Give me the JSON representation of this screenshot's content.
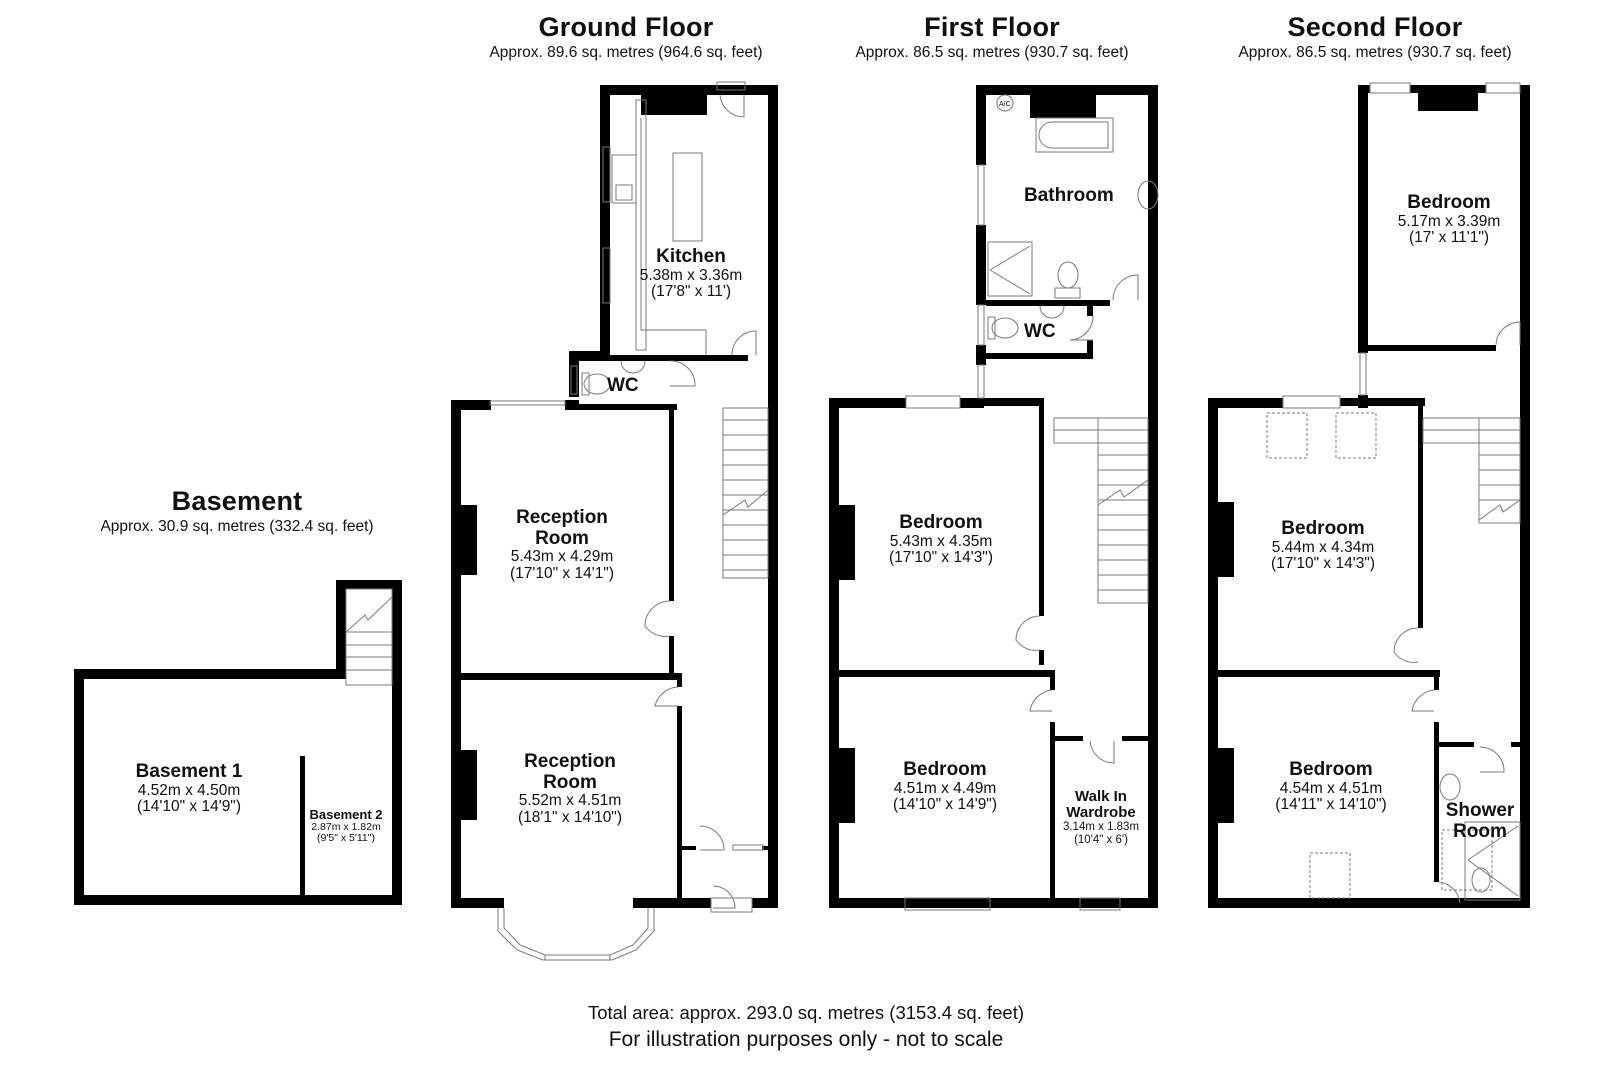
{
  "floors": {
    "basement": {
      "title": "Basement",
      "area": "Approx. 30.9 sq. metres (332.4 sq. feet)",
      "rooms": [
        {
          "name": "Basement 1",
          "metric": "4.52m x 4.50m",
          "imperial": "(14'10\" x 14'9\")"
        },
        {
          "name": "Basement 2",
          "metric": "2.87m x 1.82m",
          "imperial": "(9'5\" x 5'11\")"
        }
      ]
    },
    "ground": {
      "title": "Ground Floor",
      "area": "Approx. 89.6 sq. metres (964.6 sq. feet)",
      "rooms": [
        {
          "name": "Kitchen",
          "metric": "5.38m x 3.36m",
          "imperial": "(17'8\" x 11')"
        },
        {
          "name": "WC"
        },
        {
          "name_line1": "Reception",
          "name_line2": "Room",
          "metric": "5.43m x 4.29m",
          "imperial": "(17'10\" x 14'1\")"
        },
        {
          "name_line1": "Reception",
          "name_line2": "Room",
          "metric": "5.52m x 4.51m",
          "imperial": "(18'1\" x 14'10\")"
        }
      ]
    },
    "first": {
      "title": "First Floor",
      "area": "Approx. 86.5 sq. metres (930.7 sq. feet)",
      "rooms": [
        {
          "name": "Bathroom"
        },
        {
          "name": "WC"
        },
        {
          "name": "Bedroom",
          "metric": "5.43m x 4.35m",
          "imperial": "(17'10\" x 14'3\")"
        },
        {
          "name": "Bedroom",
          "metric": "4.51m x 4.49m",
          "imperial": "(14'10\" x 14'9\")"
        },
        {
          "name_line1": "Walk In",
          "name_line2": "Wardrobe",
          "metric": "3.14m x 1.83m",
          "imperial": "(10'4\" x 6')"
        }
      ],
      "ac_label": "A/C"
    },
    "second": {
      "title": "Second Floor",
      "area": "Approx. 86.5 sq. metres (930.7 sq. feet)",
      "rooms": [
        {
          "name": "Bedroom",
          "metric": "5.17m x 3.39m",
          "imperial": "(17' x 11'1\")"
        },
        {
          "name": "Bedroom",
          "metric": "5.44m x 4.34m",
          "imperial": "(17'10\" x 14'3\")"
        },
        {
          "name": "Bedroom",
          "metric": "4.54m x 4.51m",
          "imperial": "(14'11\" x 14'10\")"
        },
        {
          "name_line1": "Shower",
          "name_line2": "Room"
        }
      ]
    }
  },
  "footer": {
    "total": "Total area: approx. 293.0 sq. metres (3153.4 sq. feet)",
    "disclaimer": "For illustration purposes only - not to scale"
  },
  "colors": {
    "wall": "#000000",
    "fixture": "#7a7a7a",
    "background": "#ffffff"
  }
}
